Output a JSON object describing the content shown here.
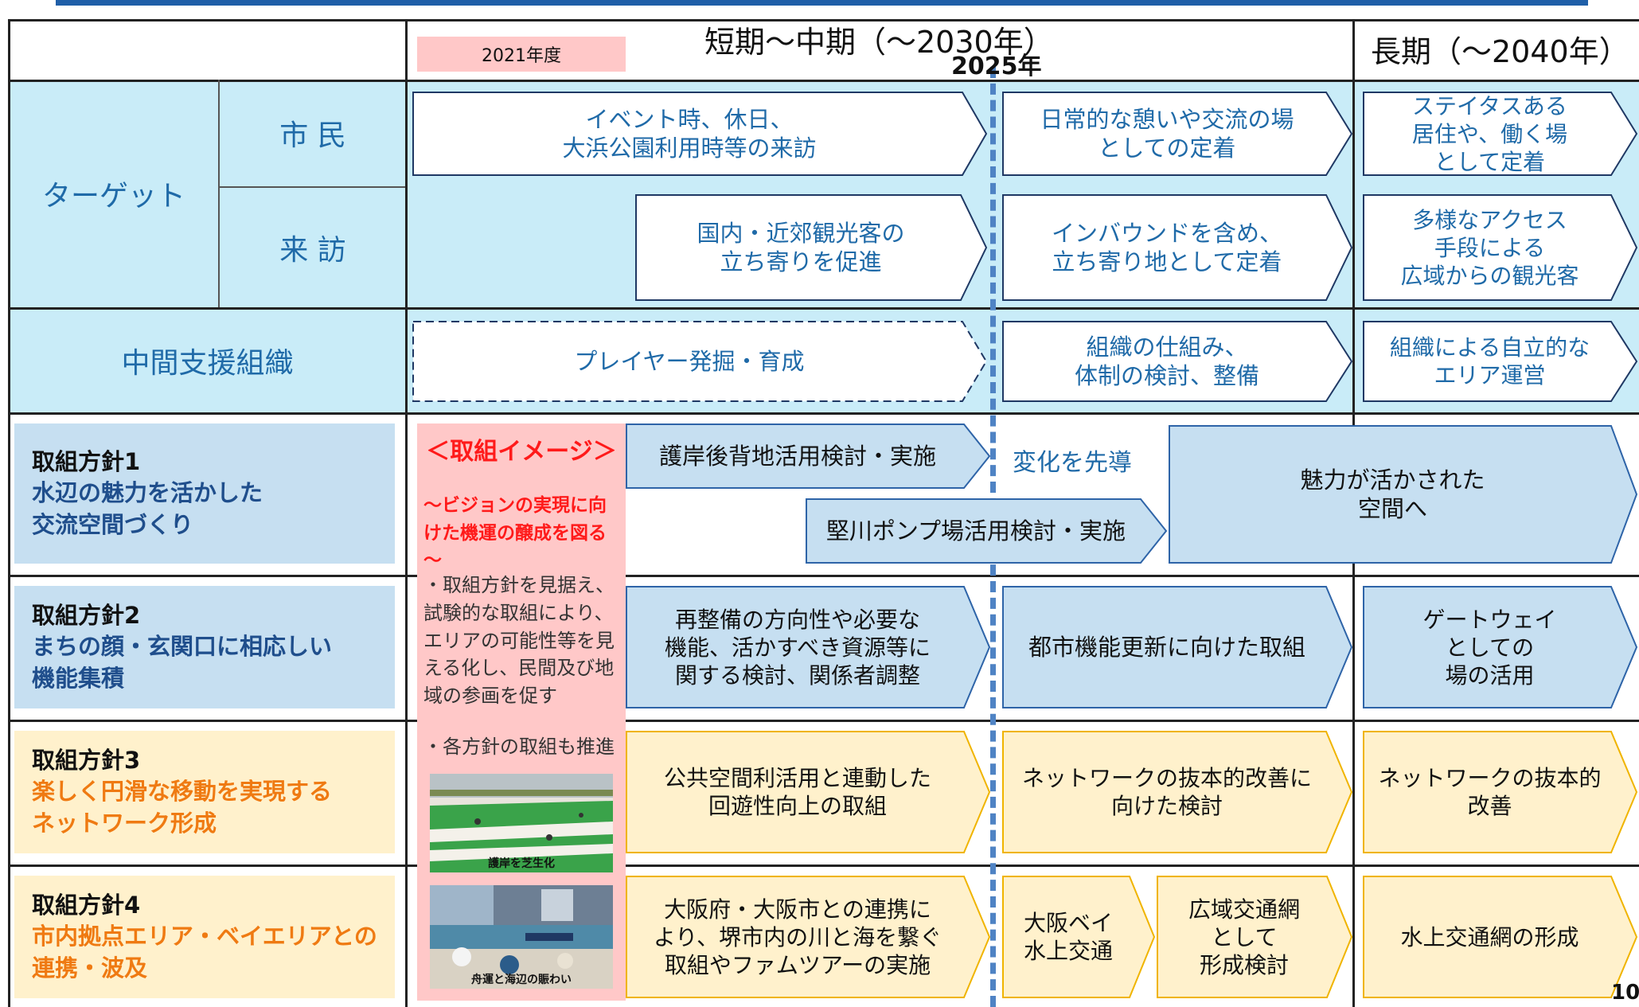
{
  "header": {
    "fy_badge": "2021年度",
    "phase_short_mid": "短期～中期（～2030年）",
    "year_marker": "2025年",
    "phase_long": "長期（～2040年）"
  },
  "target": {
    "label": "ターゲット",
    "citizen_label": "市 民",
    "visitor_label": "来 訪",
    "citizen_1": "イベント時、休日、\n大浜公園利用時等の来訪",
    "citizen_2": "日常的な憩いや交流の場\nとしての定着",
    "citizen_3": "ステイタスある\n居住や、働く場\nとして定着",
    "visitor_1": "国内・近郊観光客の\n立ち寄りを促進",
    "visitor_2": "インバウンドを含め、\n立ち寄り地として定着",
    "visitor_3": "多様なアクセス\n手段による\n広域からの観光客"
  },
  "intermediary": {
    "label": "中間支援組織",
    "step_1": "プレイヤー発掘・育成",
    "step_2": "組織の仕組み、\n体制の検討、整備",
    "step_3": "組織による自立的な\nエリア運営"
  },
  "image_panel": {
    "title": "＜取組イメージ＞",
    "subtitle": "～ビジョンの実現に向けた機運の醸成を図る～",
    "bullet_1": "・取組方針を見据え、試験的な取組により、エリアの可能性等を見える化し、民間及び地域の参画を促す",
    "bullet_2": "・各方針の取組も推進",
    "photo_1_caption": "護岸を芝生化",
    "photo_2_caption": "舟運と海辺の賑わい"
  },
  "policies": [
    {
      "number": "取組方針1",
      "title_line1": "水辺の魅力を活かした",
      "title_line2": "交流空間づくり",
      "color": "#1f4e8c"
    },
    {
      "number": "取組方針2",
      "title_line1": "まちの顔・玄関口に相応しい",
      "title_line2": "機能集積",
      "color": "#1f4e8c"
    },
    {
      "number": "取組方針3",
      "title_line1": "楽しく円滑な移動を実現する",
      "title_line2": "ネットワーク形成",
      "color": "#ef7a12"
    },
    {
      "number": "取組方針4",
      "title_line1": "市内拠点エリア・ベイエリアとの",
      "title_line2": "連携・波及",
      "color": "#ef7a12"
    }
  ],
  "policy1": {
    "step_a": "護岸後背地活用検討・実施",
    "lead_text": "変化を先導",
    "step_b": "堅川ポンプ場活用検討・実施",
    "result": "魅力が活かされた\n空間へ"
  },
  "policy2": {
    "step_1": "再整備の方向性や必要な\n機能、活かすべき資源等に\n関する検討、関係者調整",
    "step_2": "都市機能更新に向けた取組",
    "step_3": "ゲートウェイ\nとしての\n場の活用"
  },
  "policy3": {
    "step_1": "公共空間利活用と連動した\n回遊性向上の取組",
    "step_2": "ネットワークの抜本的改善に\n向けた検討",
    "step_3": "ネットワークの抜本的\n改善"
  },
  "policy4": {
    "step_1": "大阪府・大阪市との連携に\nより、堺市内の川と海を繋ぐ\n取組やファムツアーの実施",
    "step_2a": "大阪ベイ\n水上交通",
    "step_2b": "広域交通網\nとして\n形成検討",
    "step_3": "水上交通網の形成"
  },
  "page_number": "10",
  "colors": {
    "light_blue_bg": "#c9ecf8",
    "blue_box": "#c6dff1",
    "blue_border": "#2e64a8",
    "yellow_box": "#fff1cc",
    "yellow_border": "#f0b400",
    "orange_text": "#ef7a12",
    "red_text": "#ff1a1a",
    "pink_badge": "#ffc8c8"
  }
}
